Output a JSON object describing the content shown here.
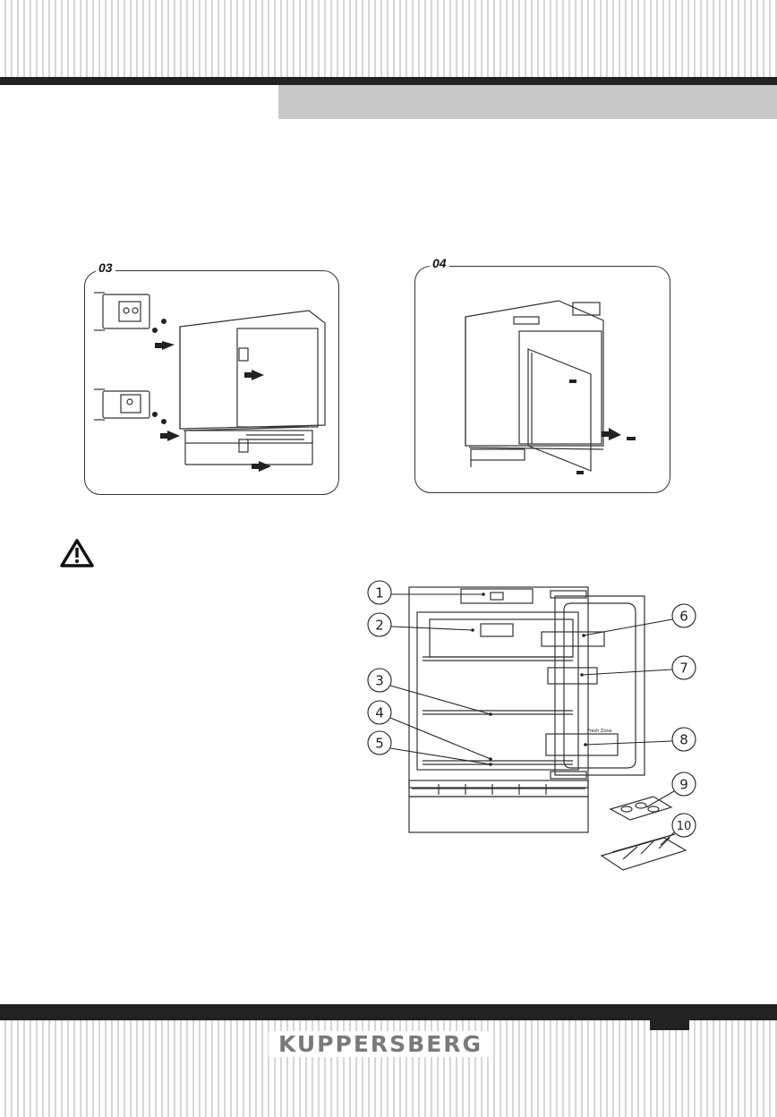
{
  "figures": {
    "install_03": {
      "label": "03"
    },
    "install_04": {
      "label": "04"
    }
  },
  "parts_diagram": {
    "callouts": [
      "1",
      "2",
      "3",
      "4",
      "5",
      "6",
      "7",
      "8",
      "9",
      "10"
    ],
    "crisper_text": "Fresh Zone"
  },
  "footer": {
    "brand": "KUPPERSBERG"
  },
  "colors": {
    "bar": "#222222",
    "tab": "#c8c8c8",
    "brand": "#7a7a7a"
  }
}
